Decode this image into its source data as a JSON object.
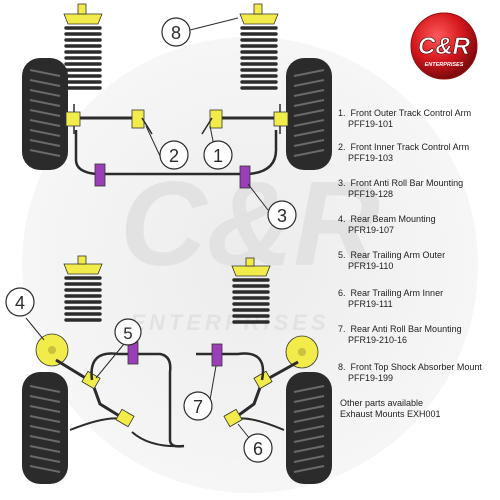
{
  "logo": {
    "text": "C&R",
    "subtext": "ENTERPRISES"
  },
  "watermark": {
    "text": "C&R",
    "subtext": "ENTERPRISES"
  },
  "callouts": [
    "1",
    "2",
    "3",
    "4",
    "5",
    "6",
    "7",
    "8"
  ],
  "parts": [
    {
      "number": "1.",
      "name": "Front Outer Track Control Arm",
      "code": "PFF19-101"
    },
    {
      "number": "2.",
      "name": "Front Inner Track Control Arm",
      "code": "PFF19-103"
    },
    {
      "number": "3.",
      "name": "Front Anti Roll Bar Mounting",
      "code": "PFF19-128"
    },
    {
      "number": "4.",
      "name": "Rear Beam Mounting",
      "code": "PFR19-107"
    },
    {
      "number": "5.",
      "name": "Rear Trailing Arm Outer",
      "code": "PFR19-110"
    },
    {
      "number": "6.",
      "name": "Rear Trailing Arm Inner",
      "code": "PFR19-111"
    },
    {
      "number": "7.",
      "name": "Rear Anti Roll Bar Mounting",
      "code": "PFR19-210-16"
    },
    {
      "number": "8.",
      "name": "Front Top Shock Absorber Mount",
      "code": "PFF19-199"
    }
  ],
  "note": {
    "line1": "Other parts available",
    "line2": "Exhaust Mounts EXH001"
  },
  "colors": {
    "bush_yellow": "#f2ec4a",
    "bush_purple": "#9b3fb8",
    "tyre": "#2b2b2b",
    "logo_red": "#d4161c"
  }
}
